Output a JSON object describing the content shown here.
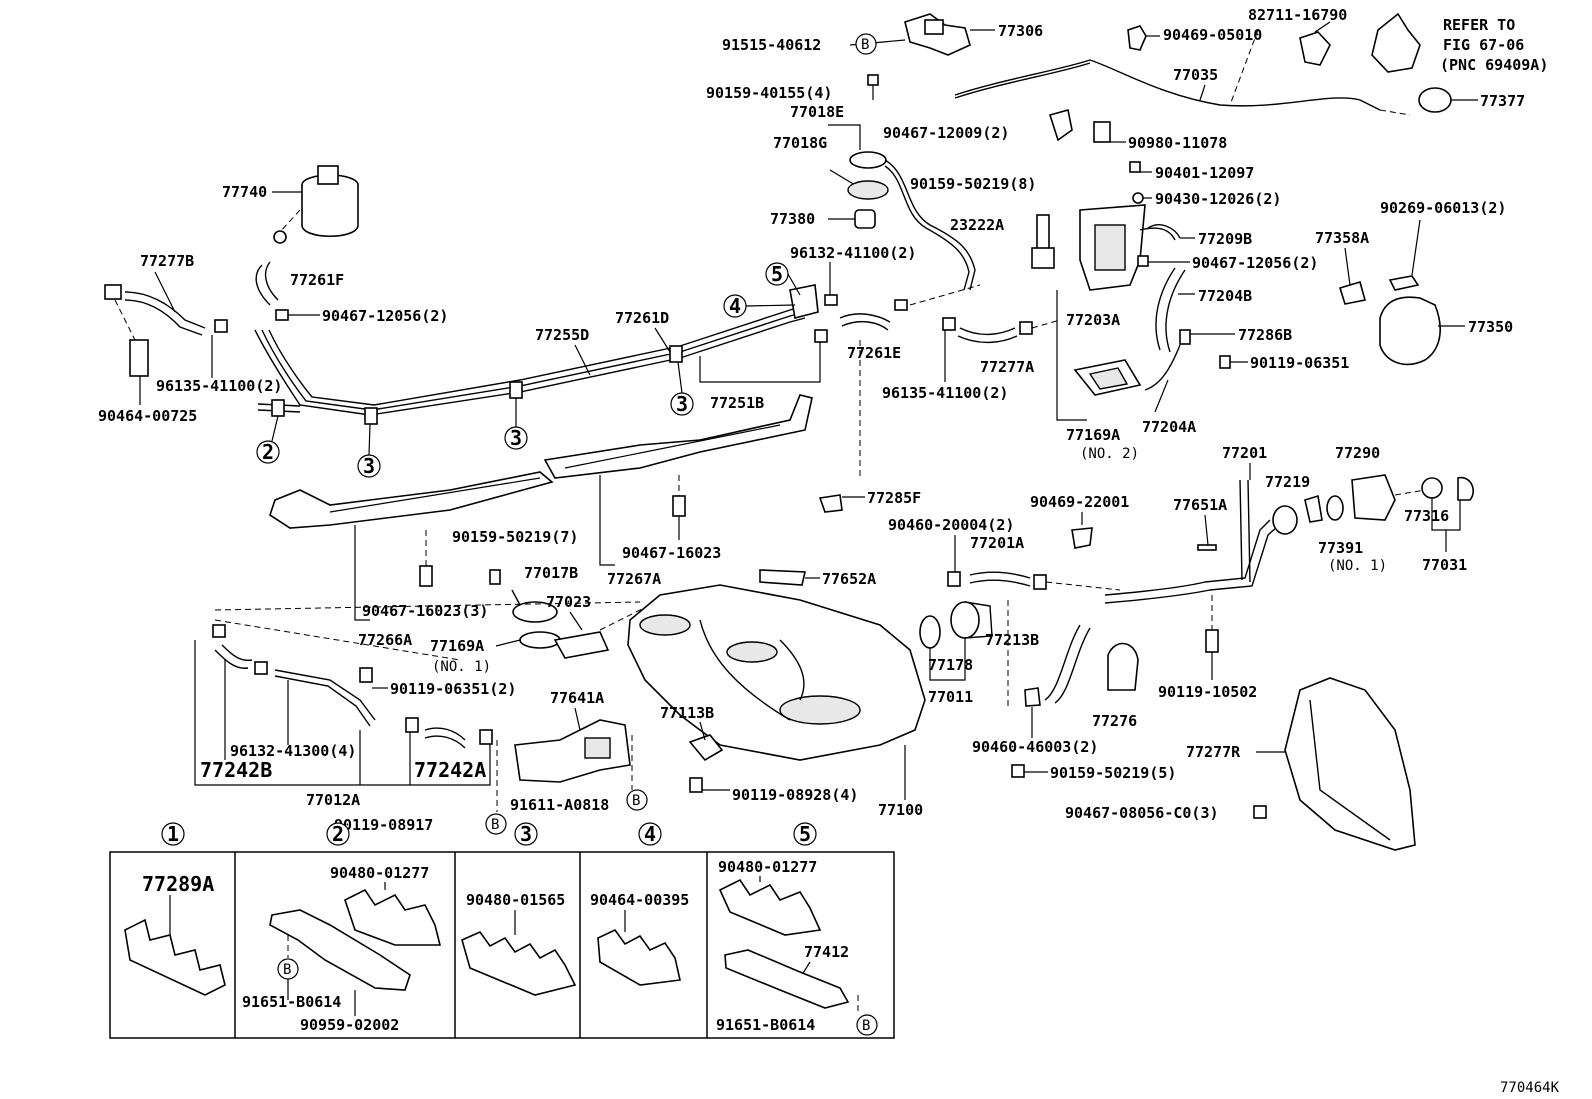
{
  "diagram_id": "770464K",
  "refer_note": [
    "REFER TO",
    "FIG 67-06",
    "(PNC 69409A)"
  ],
  "labels": {
    "l77306": "77306",
    "l91515": "91515-40612",
    "l90469a": "90469-05010",
    "l82711": "82711-16790",
    "l77035": "77035",
    "l77377": "77377",
    "l90159a": "90159-40155(4)",
    "l77018e": "77018E",
    "l77018g": "77018G",
    "l90467a": "90467-12009(2)",
    "l90980": "90980-11078",
    "l90401": "90401-12097",
    "l90159b": "90159-50219(8)",
    "l90430": "90430-12026(2)",
    "l90269": "90269-06013(2)",
    "l77740": "77740",
    "l77380": "77380",
    "l23222a": "23222A",
    "l77209b": "77209B",
    "l77358a": "77358A",
    "l96132a": "96132-41100(2)",
    "l90467b": "90467-12056(2)",
    "l77277b": "77277B",
    "l77261f": "77261F",
    "l90467c": "90467-12056(2)",
    "l77204b": "77204B",
    "l77350": "77350",
    "l77255d": "77255D",
    "l77261d": "77261D",
    "l77261e": "77261E",
    "l77277a": "77277A",
    "l77203a": "77203A",
    "l77286b": "77286B",
    "l96135a": "96135-41100(2)",
    "l90119a": "90119-06351",
    "l90464a": "90464-00725",
    "l77251b": "77251B",
    "l96135b": "96135-41100(2)",
    "l77169a2": "77169A",
    "l77204a": "77204A",
    "lno2": "(NO. 2)",
    "l77201": "77201",
    "l77290": "77290",
    "l77285f": "77285F",
    "l90469b": "90469-22001",
    "l77651a": "77651A",
    "l77219": "77219",
    "l90159c": "90159-50219(7)",
    "l90460a": "90460-20004(2)",
    "l77316": "77316",
    "l77201a": "77201A",
    "l77391": "77391",
    "lno1b": "(NO. 1)",
    "l77031": "77031",
    "l90467d": "90467-16023",
    "l77017b": "77017B",
    "l77267a": "77267A",
    "l77023": "77023",
    "l77652a": "77652A",
    "l90467e": "90467-16023(3)",
    "l77266a": "77266A",
    "l77169a1": "77169A",
    "lno1a": "(NO. 1)",
    "l77178": "77178",
    "l77213b": "77213B",
    "l90119b": "90119-06351(2)",
    "l77641a": "77641A",
    "l77011": "77011",
    "l90119c": "90119-10502",
    "l77113b": "77113B",
    "l77276": "77276",
    "l96132b": "96132-41300(4)",
    "l77242b": "77242B",
    "l77242a": "77242A",
    "l90460b": "90460-46003(2)",
    "l77277r": "77277R",
    "l77012a": "77012A",
    "l91611": "91611-A0818",
    "l90119d": "90119-08928(4)",
    "l90159d": "90159-50219(5)",
    "l77100": "77100",
    "l90119e": "90119-08917",
    "l90467f": "90467-08056-C0(3)"
  },
  "refs": {
    "r1": "1",
    "r2": "2",
    "r3": "3",
    "r4": "4",
    "r5": "5",
    "bA": "B",
    "bB": "B",
    "bC": "B",
    "bD": "B",
    "bE": "B",
    "c2": "2",
    "c3a": "3",
    "c3b": "3",
    "c3c": "3",
    "c4": "4",
    "c5": "5"
  },
  "boxes": {
    "b1_label": "77289A",
    "b2_top": "90480-01277",
    "b2_bot1": "91651-B0614",
    "b2_bot2": "90959-02002",
    "b3_label": "90480-01565",
    "b4_label": "90464-00395",
    "b5_top": "90480-01277",
    "b5_mid": "77412",
    "b5_bot": "91651-B0614"
  }
}
